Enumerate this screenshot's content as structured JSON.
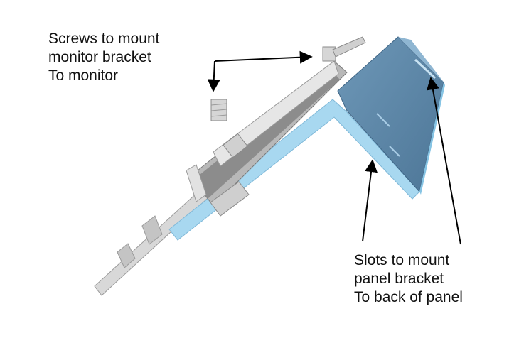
{
  "callouts": {
    "screws": {
      "lines": [
        "Screws to mount",
        "monitor bracket",
        "To monitor"
      ]
    },
    "slots": {
      "lines": [
        "Slots to mount",
        "panel bracket",
        "To back of panel"
      ]
    }
  },
  "colors": {
    "background": "#ffffff",
    "bracket_blue": "#5a86a8",
    "bracket_edge": "#a8d8f0",
    "hardware_gray": "#8c8c8c",
    "text": "#111111",
    "arrow": "#000000"
  }
}
